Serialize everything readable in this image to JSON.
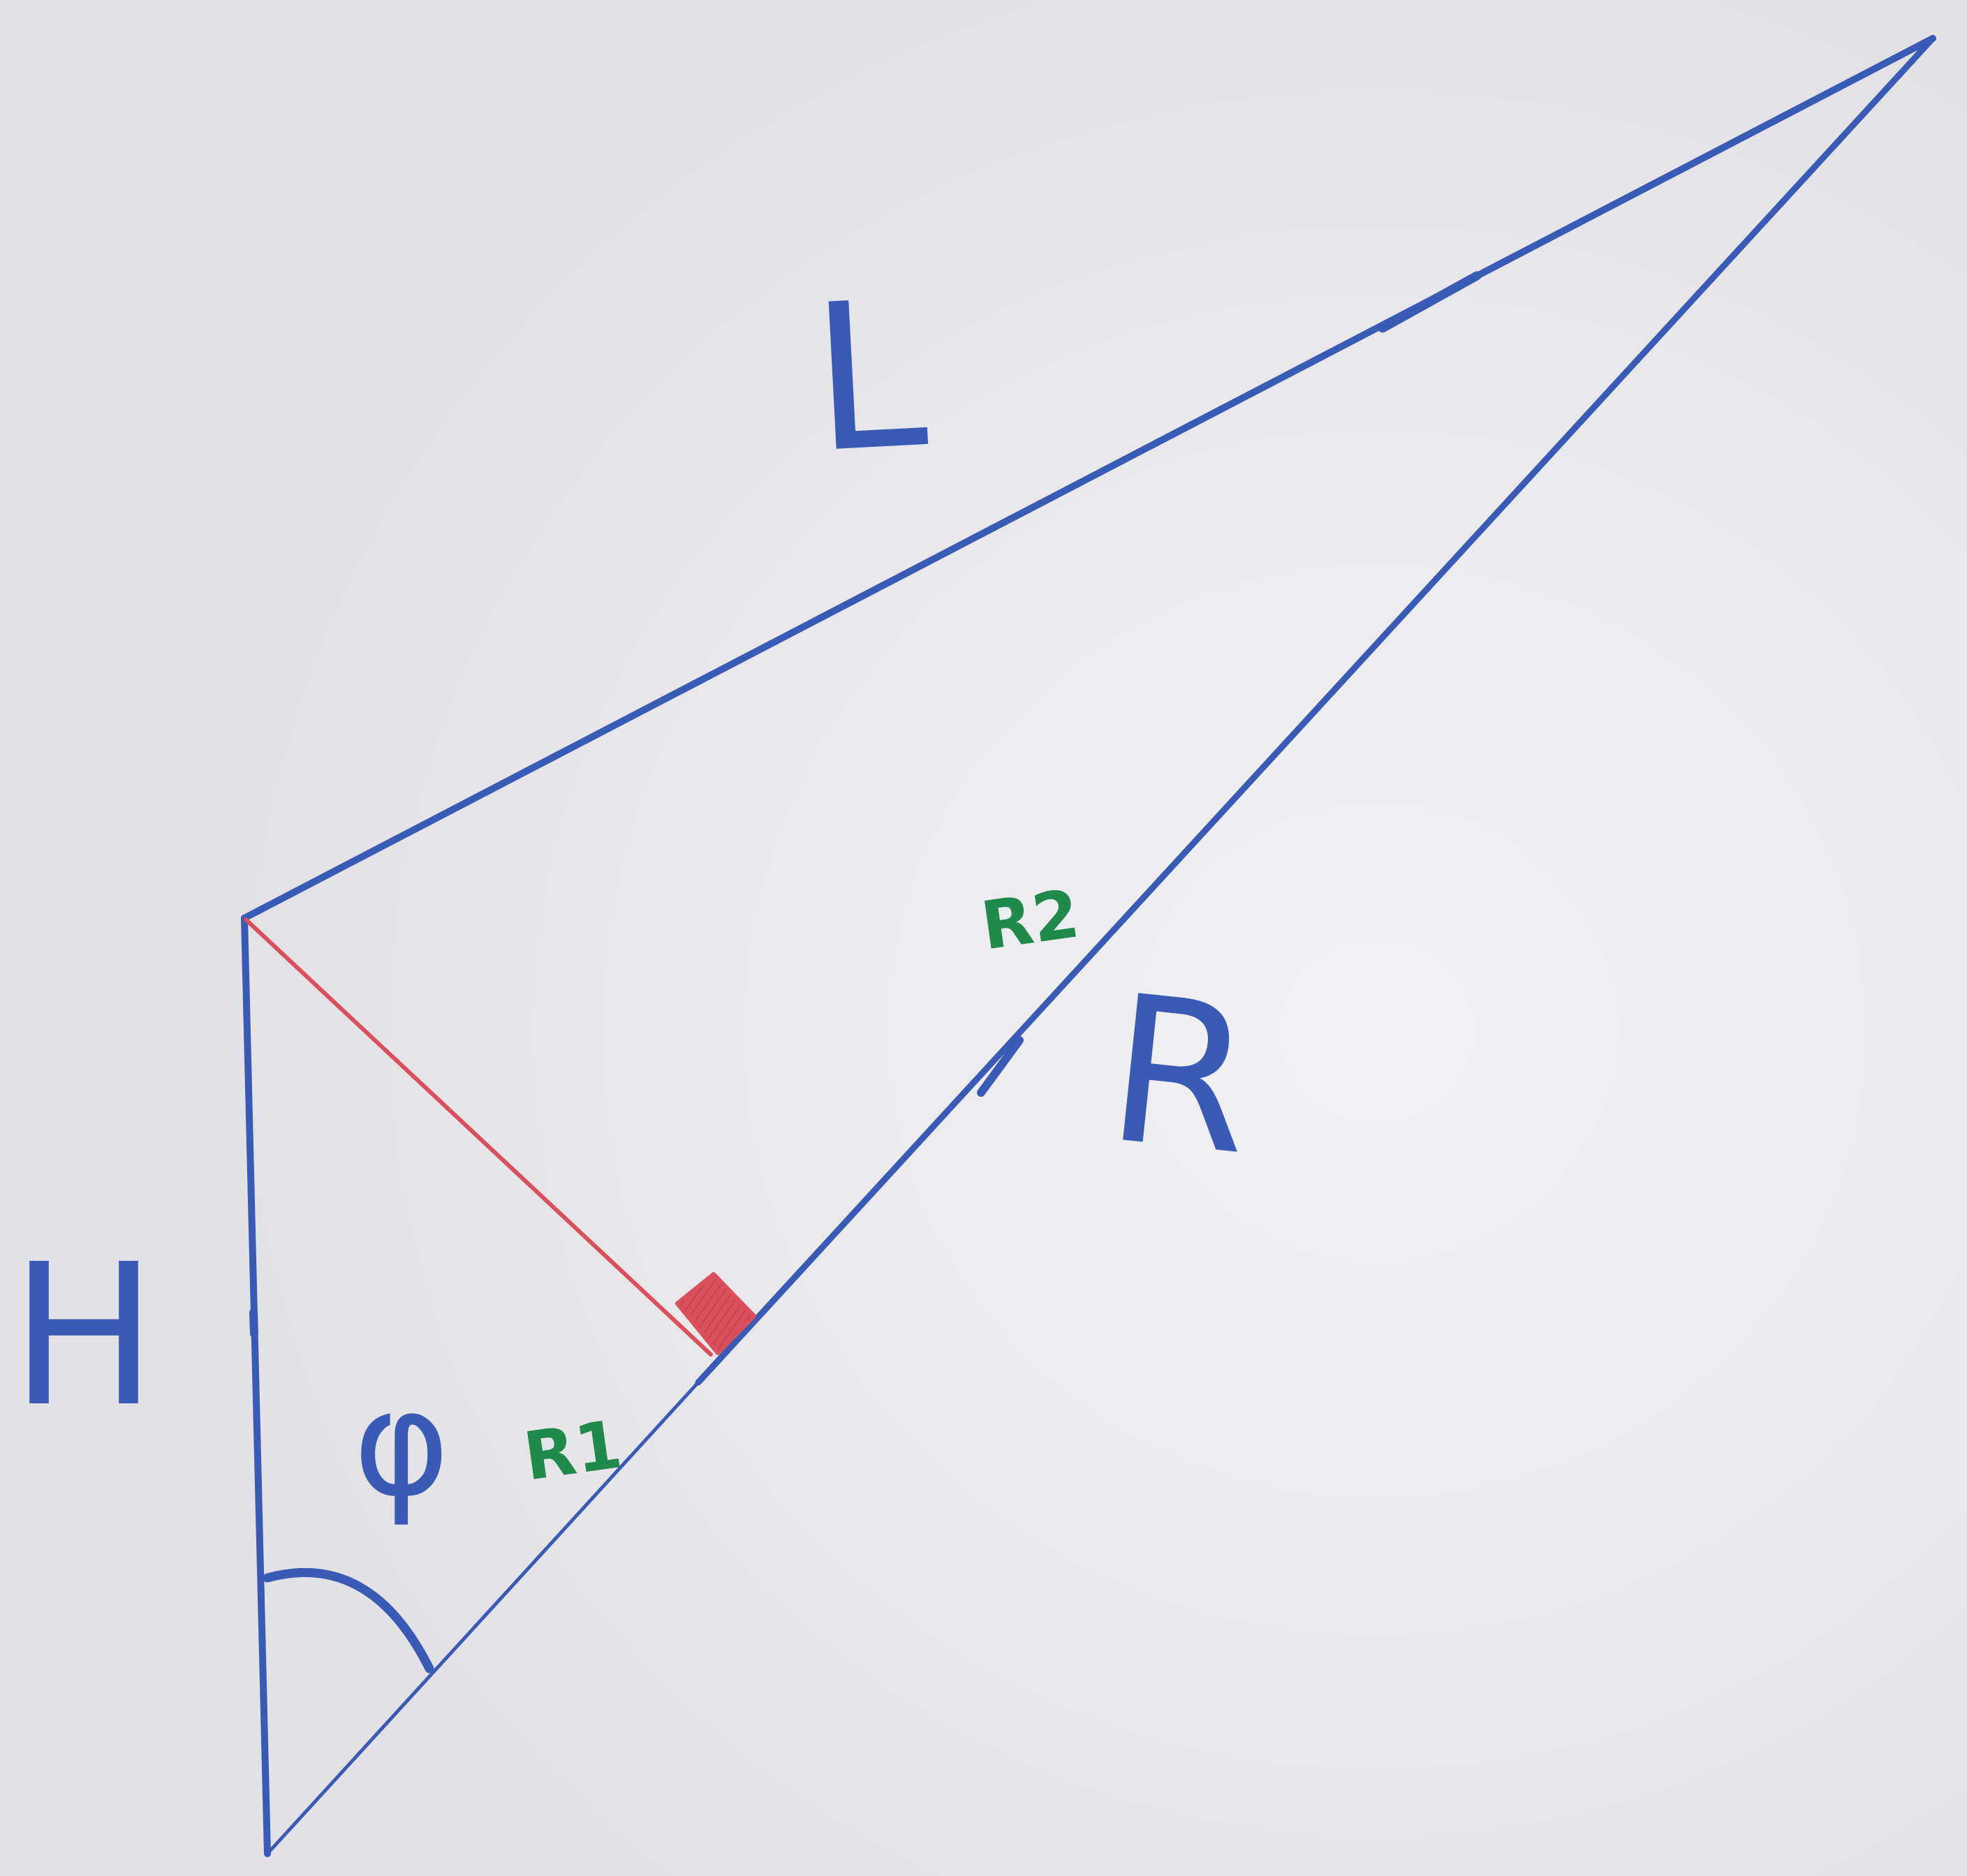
{
  "labels": {
    "L": "L",
    "R": "R",
    "H": "H",
    "phi": "φ",
    "R1": "R1",
    "R2": "R2"
  },
  "colors": {
    "board": "#e6e6e9",
    "blue_marker": "#3a5bb5",
    "red_marker": "#d94f5c",
    "green_marker": "#1f8a4c"
  }
}
